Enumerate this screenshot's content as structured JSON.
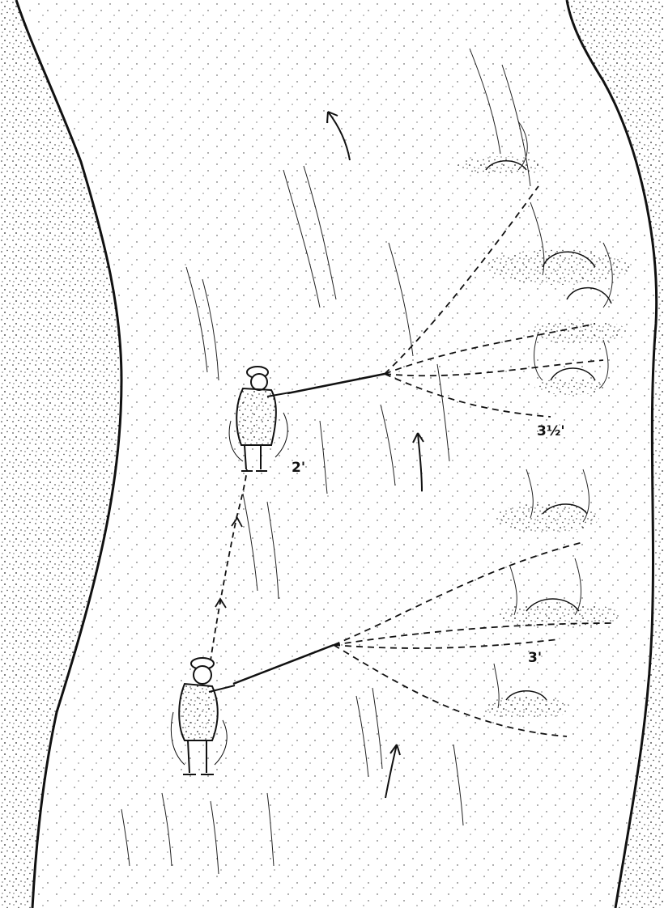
{
  "diagram": {
    "depth_labels": [
      {
        "id": "angler-upper",
        "text": "2'"
      },
      {
        "id": "pool-upper",
        "text": "3½'"
      },
      {
        "id": "pool-lower",
        "text": "3'"
      }
    ],
    "ink_color": "#111111",
    "paper_color": "#ffffff"
  }
}
